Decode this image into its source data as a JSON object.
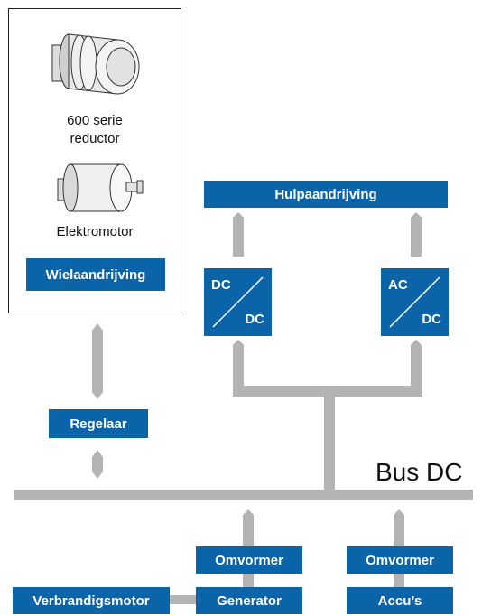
{
  "wheel_drive": {
    "reducer_caption_line1": "600 serie",
    "reducer_caption_line2": "reductor",
    "motor_caption": "Elektromotor",
    "label": "Wielaandrijving"
  },
  "aux_drive": {
    "label": "Hulpaandrijving"
  },
  "converter_dc": {
    "top": "DC",
    "bottom": "DC"
  },
  "converter_ac": {
    "top": "AC",
    "bottom": "DC"
  },
  "controller": {
    "label": "Regelaar"
  },
  "bus": {
    "label": "Bus DC"
  },
  "left_branch": {
    "inverter": "Omvormer",
    "generator": "Generator",
    "engine": "Verbrandigsmotor"
  },
  "right_branch": {
    "inverter": "Omvormer",
    "battery": "Accu’s"
  },
  "colors": {
    "box": "#0b63a8",
    "connector": "#b3b3b3"
  }
}
